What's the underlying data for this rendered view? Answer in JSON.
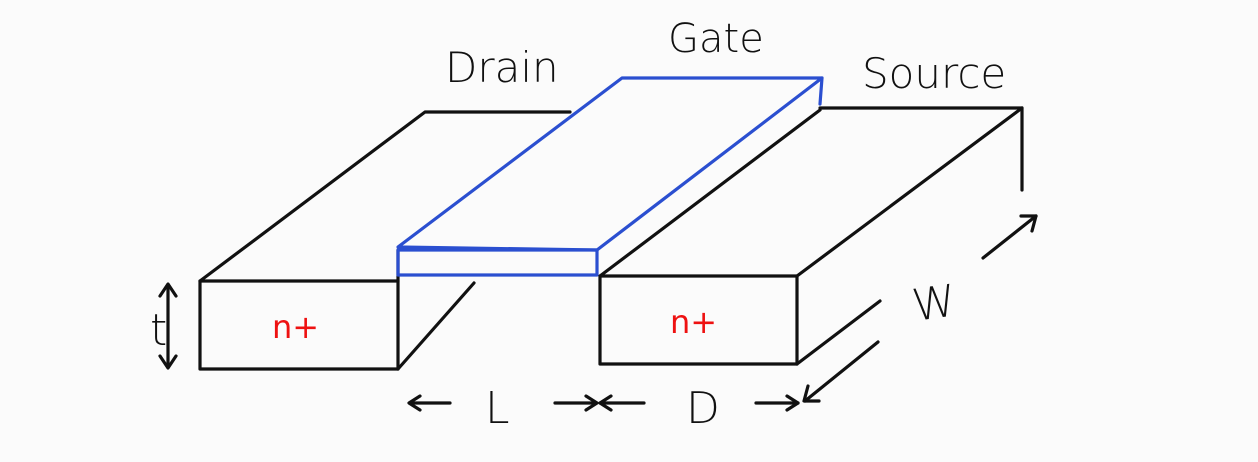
{
  "terminals": {
    "drain": "Drain",
    "gate": "Gate",
    "source": "Source"
  },
  "regions": {
    "left_doping": "n+",
    "right_doping": "n+"
  },
  "dimensions": {
    "thickness": "t",
    "length": "L",
    "diffusion": "D",
    "width": "W"
  },
  "colors": {
    "outline": "#111111",
    "gate": "#2b4fd0",
    "doping": "#e11111"
  }
}
